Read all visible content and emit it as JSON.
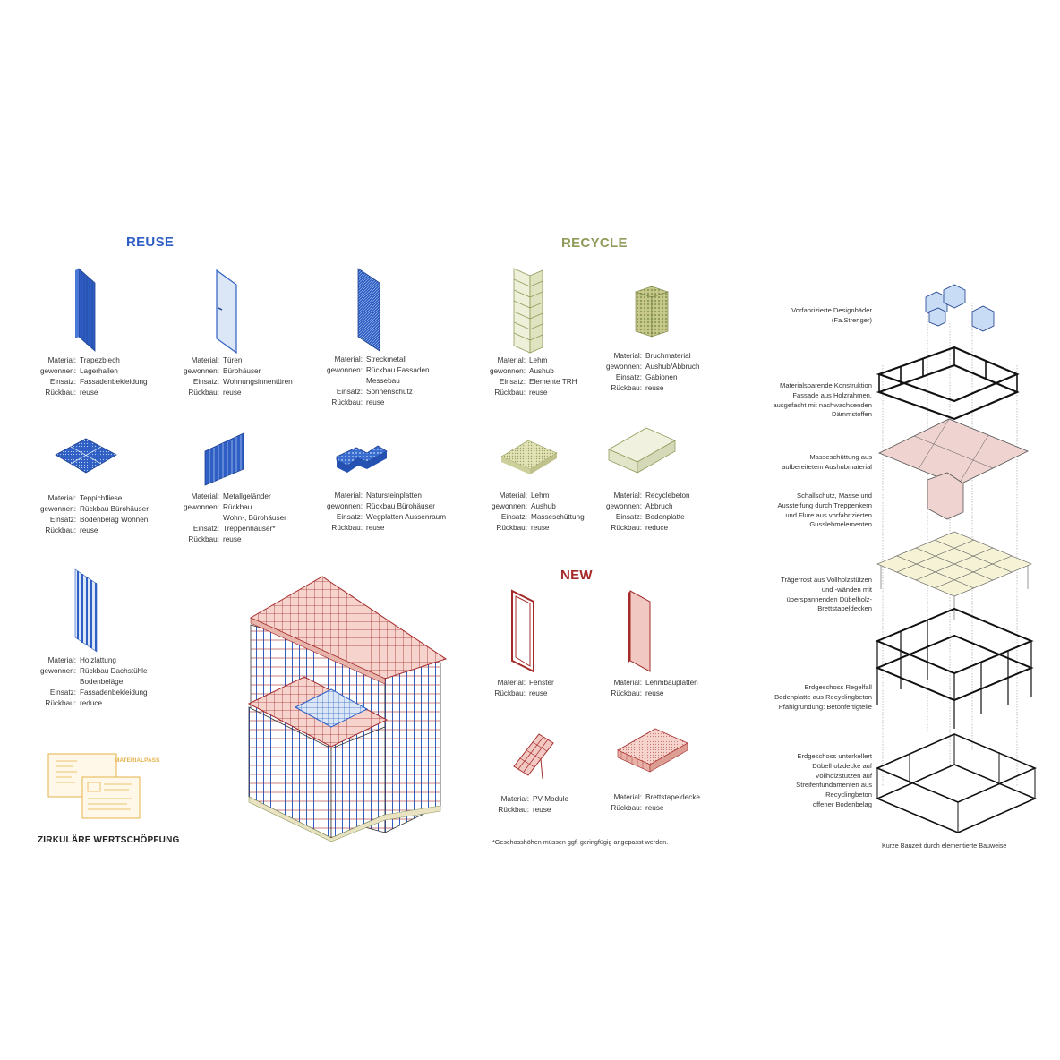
{
  "colors": {
    "reuse": "#2f5fc4",
    "recycle": "#8f9c5b",
    "new": "#a52a2a",
    "materialpass": "#e6b24a"
  },
  "headings": {
    "reuse": "REUSE",
    "recycle": "RECYCLE",
    "new": "NEW"
  },
  "labels": {
    "material": "Material:",
    "gewonnen": "gewonnen:",
    "einsatz": "Einsatz:",
    "rueckbau": "Rückbau:"
  },
  "reuse": [
    {
      "icon": "trapezblech-icon",
      "material": "Trapezblech",
      "gewonnen": "Lagerhallen",
      "einsatz": "Fassadenbekleidung",
      "rueckbau": "reuse"
    },
    {
      "icon": "door-icon",
      "material": "Türen",
      "gewonnen": "Bürohäuser",
      "einsatz": "Wohnungsinnentüren",
      "rueckbau": "reuse"
    },
    {
      "icon": "streckmetall-icon",
      "material": "Streckmetall",
      "gewonnen": "Rückbau Fassaden\nMessebau",
      "einsatz": "Sonnenschutz",
      "rueckbau": "reuse"
    },
    {
      "icon": "carpet-tile-icon",
      "material": "Teppichfliese",
      "gewonnen": "Rückbau Bürohäuser",
      "einsatz": "Bodenbelag Wohnen",
      "rueckbau": "reuse"
    },
    {
      "icon": "railing-icon",
      "material": "Metallgeländer",
      "gewonnen": "Rückbau\nWohn-, Bürohäuser",
      "einsatz": "Treppenhäuser*",
      "rueckbau": "reuse"
    },
    {
      "icon": "stone-slab-icon",
      "material": "Natursteinplatten",
      "gewonnen": "Rückbau Bürohäuser",
      "einsatz": "Wegplatten Aussenraum",
      "rueckbau": "reuse"
    },
    {
      "icon": "battens-icon",
      "material": "Holzlattung",
      "gewonnen": "Rückbau Dachstühle\nBodenbeläge",
      "einsatz": "Fassadenbekleidung",
      "rueckbau": "reduce"
    }
  ],
  "recycle": [
    {
      "icon": "clay-blocks-icon",
      "material": "Lehm",
      "gewonnen": "Aushub",
      "einsatz": "Elemente TRH",
      "rueckbau": "reuse"
    },
    {
      "icon": "gabion-icon",
      "material": "Bruchmaterial",
      "gewonnen": "Aushub/Abbruch",
      "einsatz": "Gabionen",
      "rueckbau": "reuse"
    },
    {
      "icon": "clay-fill-icon",
      "material": "Lehm",
      "gewonnen": "Aushub",
      "einsatz": "Masseschüttung",
      "rueckbau": "reuse"
    },
    {
      "icon": "concrete-slab-icon",
      "material": "Recyclebeton",
      "gewonnen": "Abbruch",
      "einsatz": "Bodenplatte",
      "rueckbau": "reduce"
    }
  ],
  "new": [
    {
      "icon": "window-icon",
      "material": "Fenster",
      "rueckbau": "reuse"
    },
    {
      "icon": "clay-board-icon",
      "material": "Lehmbauplatten",
      "rueckbau": "reuse"
    },
    {
      "icon": "pv-module-icon",
      "material": "PV-Module",
      "rueckbau": "reuse"
    },
    {
      "icon": "timber-slab-icon",
      "material": "Brettstapeldecke",
      "rueckbau": "reuse"
    }
  ],
  "materialpass": {
    "label": "MATERIALPASS",
    "caption": "ZIRKULÄRE WERTSCHÖPFUNG"
  },
  "footnote": "*Geschosshöhen müssen ggf. geringfügig angepasst werden.",
  "explosion": {
    "notes": [
      "Vorfabrizierte Designbäder\n(Fa.Strenger)",
      "Materialsparende Konstruktion\nFassade aus Holzrahmen,\nausgefacht mit nachwachsenden\nDämmstoffen",
      "Masseschüttung aus\naufbereitetem Aushubmaterial",
      "Schallschutz, Masse und\nAussteifung durch Treppenkern\nund Flure aus vorfabrizierten\nGusslehmelementen",
      "Trägerrost aus Vollholzstützen\nund -wänden mit\nüberspannenden Dübelholz-\nBrettstapeldecken",
      "Erdgeschoss Regelfall\nBodenplatte aus Recyclingbeton\nPfahlgründung: Betonfertigteile",
      "Erdgeschoss unterkellert\nDübelholzdecke auf\nVollholzstützen auf\nStreifenfundamenten aus\nRecyclingbeton\noffener Bodenbelag"
    ],
    "caption": "Kurze Bauzeit durch elementierte Bauweise"
  }
}
